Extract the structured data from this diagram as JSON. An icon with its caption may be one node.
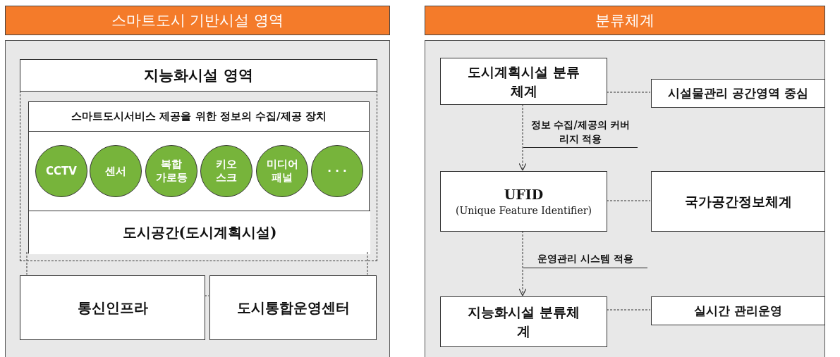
{
  "diagram": {
    "nodes": [
      {
        "text": [
          "스마트도시 기반시설 영역"
        ]
      },
      {
        "text": [
          "지능화시설 영역"
        ],
        "in": 0
      },
      {
        "text": [
          "스마트도시서비스 제공을 위한 정보의 수집/제공 장치"
        ],
        "in": 1
      },
      {
        "text": [
          "CCTV"
        ],
        "in": 2
      },
      {
        "text": [
          "센서"
        ],
        "in": 2
      },
      {
        "text": [
          "복합 가로등"
        ],
        "in": 2
      },
      {
        "text": [
          "키오 스크"
        ],
        "in": 2
      },
      {
        "text": [
          "미디어 패널"
        ],
        "in": 2
      },
      {
        "text": [
          "· · ·"
        ],
        "in": 2
      },
      {
        "text": [
          "도시공간(도시계획시설)"
        ],
        "in": 2
      },
      {
        "text": [
          "통신인프라"
        ],
        "in": 0
      },
      {
        "text": [
          "도시통합운영센터"
        ],
        "in": 0
      },
      {
        "text": [
          "분류체계"
        ]
      },
      {
        "text": [
          "도시계획시설 분류체계"
        ],
        "in": 12
      },
      {
        "text": [
          "시설물관리 공간영역 중심"
        ],
        "in": 12
      },
      {
        "text": [
          "UFID",
          "(Unique Feature Identifier)"
        ],
        "in": 12
      },
      {
        "text": [
          "국가공간정보체계"
        ],
        "in": 12
      },
      {
        "text": [
          "지능화시설 분류체계"
        ],
        "in": 12
      },
      {
        "text": [
          "실시간 관리운영"
        ],
        "in": 12
      }
    ],
    "edges": [
      {
        "from": 2,
        "to": 10,
        "arrow": "none",
        "style": "dashed"
      },
      {
        "from": 2,
        "to": 11,
        "arrow": "none",
        "style": "dashed"
      },
      {
        "from": 10,
        "to": 11,
        "arrow": "none",
        "style": "dashed"
      },
      {
        "from": 13,
        "to": 14,
        "arrow": "none",
        "style": "dashed"
      },
      {
        "from": 13,
        "to": 15,
        "arrow": "to",
        "style": "dashed",
        "label": "정보 수집/제공의 커버리지 적용"
      },
      {
        "from": 15,
        "to": 16,
        "arrow": "none",
        "style": "dashed"
      },
      {
        "from": 15,
        "to": 17,
        "arrow": "to",
        "style": "dashed",
        "label": "운영관리 시스템 적용"
      },
      {
        "from": 17,
        "to": 18,
        "arrow": "none",
        "style": "dashed"
      }
    ]
  }
}
